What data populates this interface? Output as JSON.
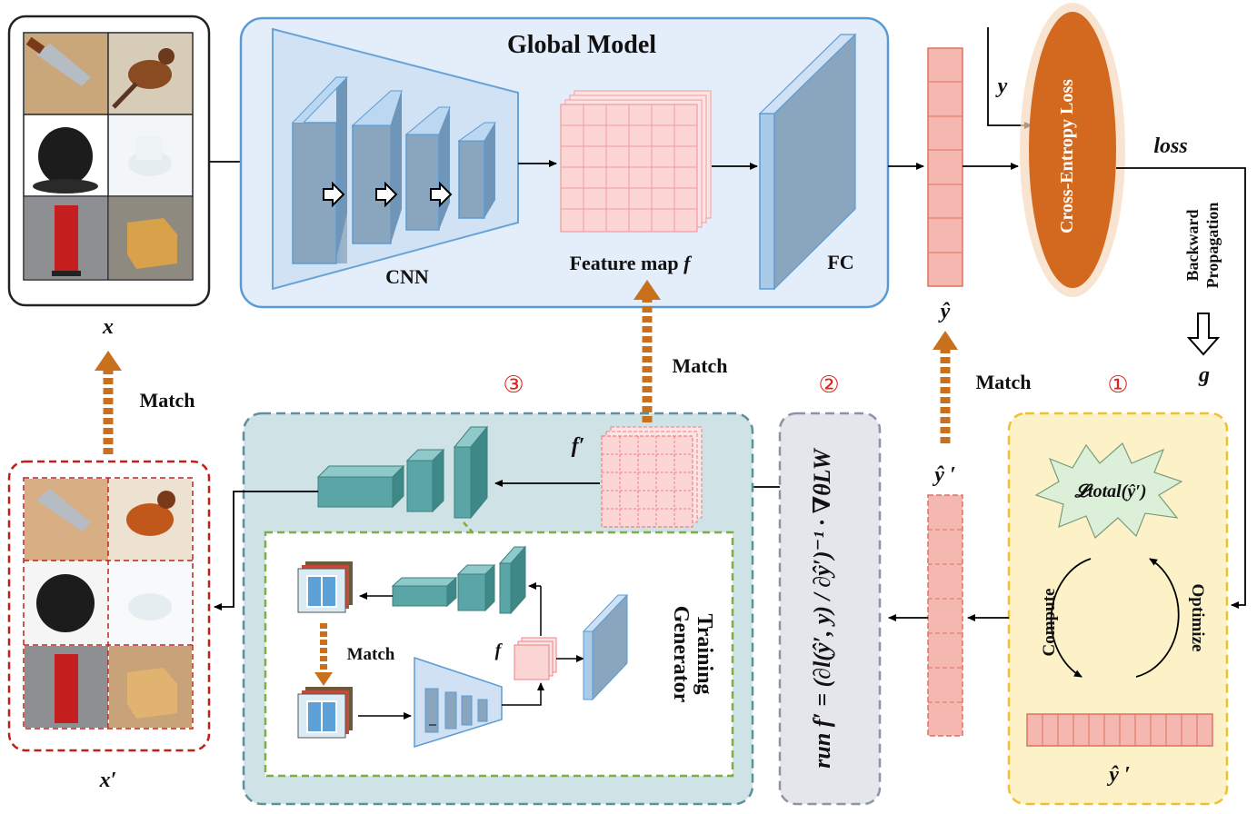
{
  "global_model": {
    "title": "Global Model",
    "cnn_label": "CNN",
    "feature_map_label": "Feature map",
    "feature_map_symbol": "f",
    "fc_label": "FC"
  },
  "input": {
    "x_label": "x",
    "images": [
      "cleaver",
      "bird",
      "puppy",
      "toilet",
      "postbox",
      "box"
    ]
  },
  "reconstructed": {
    "x_label": "x′"
  },
  "outputs": {
    "y_hat": "ŷ",
    "y_hat_prime": "ŷ ′",
    "y_hat_prime_box": "ŷ ′",
    "y": "y",
    "loss": "loss",
    "g": "g"
  },
  "loss_module": {
    "label": "Cross-Entropy Loss",
    "color": "#d2691e"
  },
  "backward": {
    "line1": "Backward",
    "line2": "Propagation"
  },
  "match_labels": {
    "top_match": "Match",
    "left_match": "Match",
    "right_match": "Match",
    "generator_match": "Match"
  },
  "steps": {
    "step1": "①",
    "step2": "②",
    "step3": "③"
  },
  "step1_box": {
    "loss_term": "𝓛total(ŷ′)",
    "compute": "Compute",
    "optimize": "Optimize",
    "color": "#fdf2c7"
  },
  "step2_box": {
    "formula": "run f′ = (∂l(ŷ′, y) / ∂ŷ′)⁻¹ · ∇θLW"
  },
  "step3_box": {
    "f_prime": "f′",
    "generator_label_line1": "Generator",
    "generator_label_line2": "Training",
    "f_small": "f"
  },
  "colors": {
    "model_bg": "#e3eefa",
    "model_border": "#5b9bd5",
    "layer": "#8fa9c0",
    "feature_cell": "#fcd5d5",
    "vector_cell": "#f4b8b0",
    "vector_border": "#e07060",
    "gen_bg": "#cfe2e6",
    "gen_border": "#5f8f9a",
    "gen_block": "#5aa6a6",
    "step2_bg": "#e4e6eb",
    "arrow_orange": "#c8701e"
  }
}
